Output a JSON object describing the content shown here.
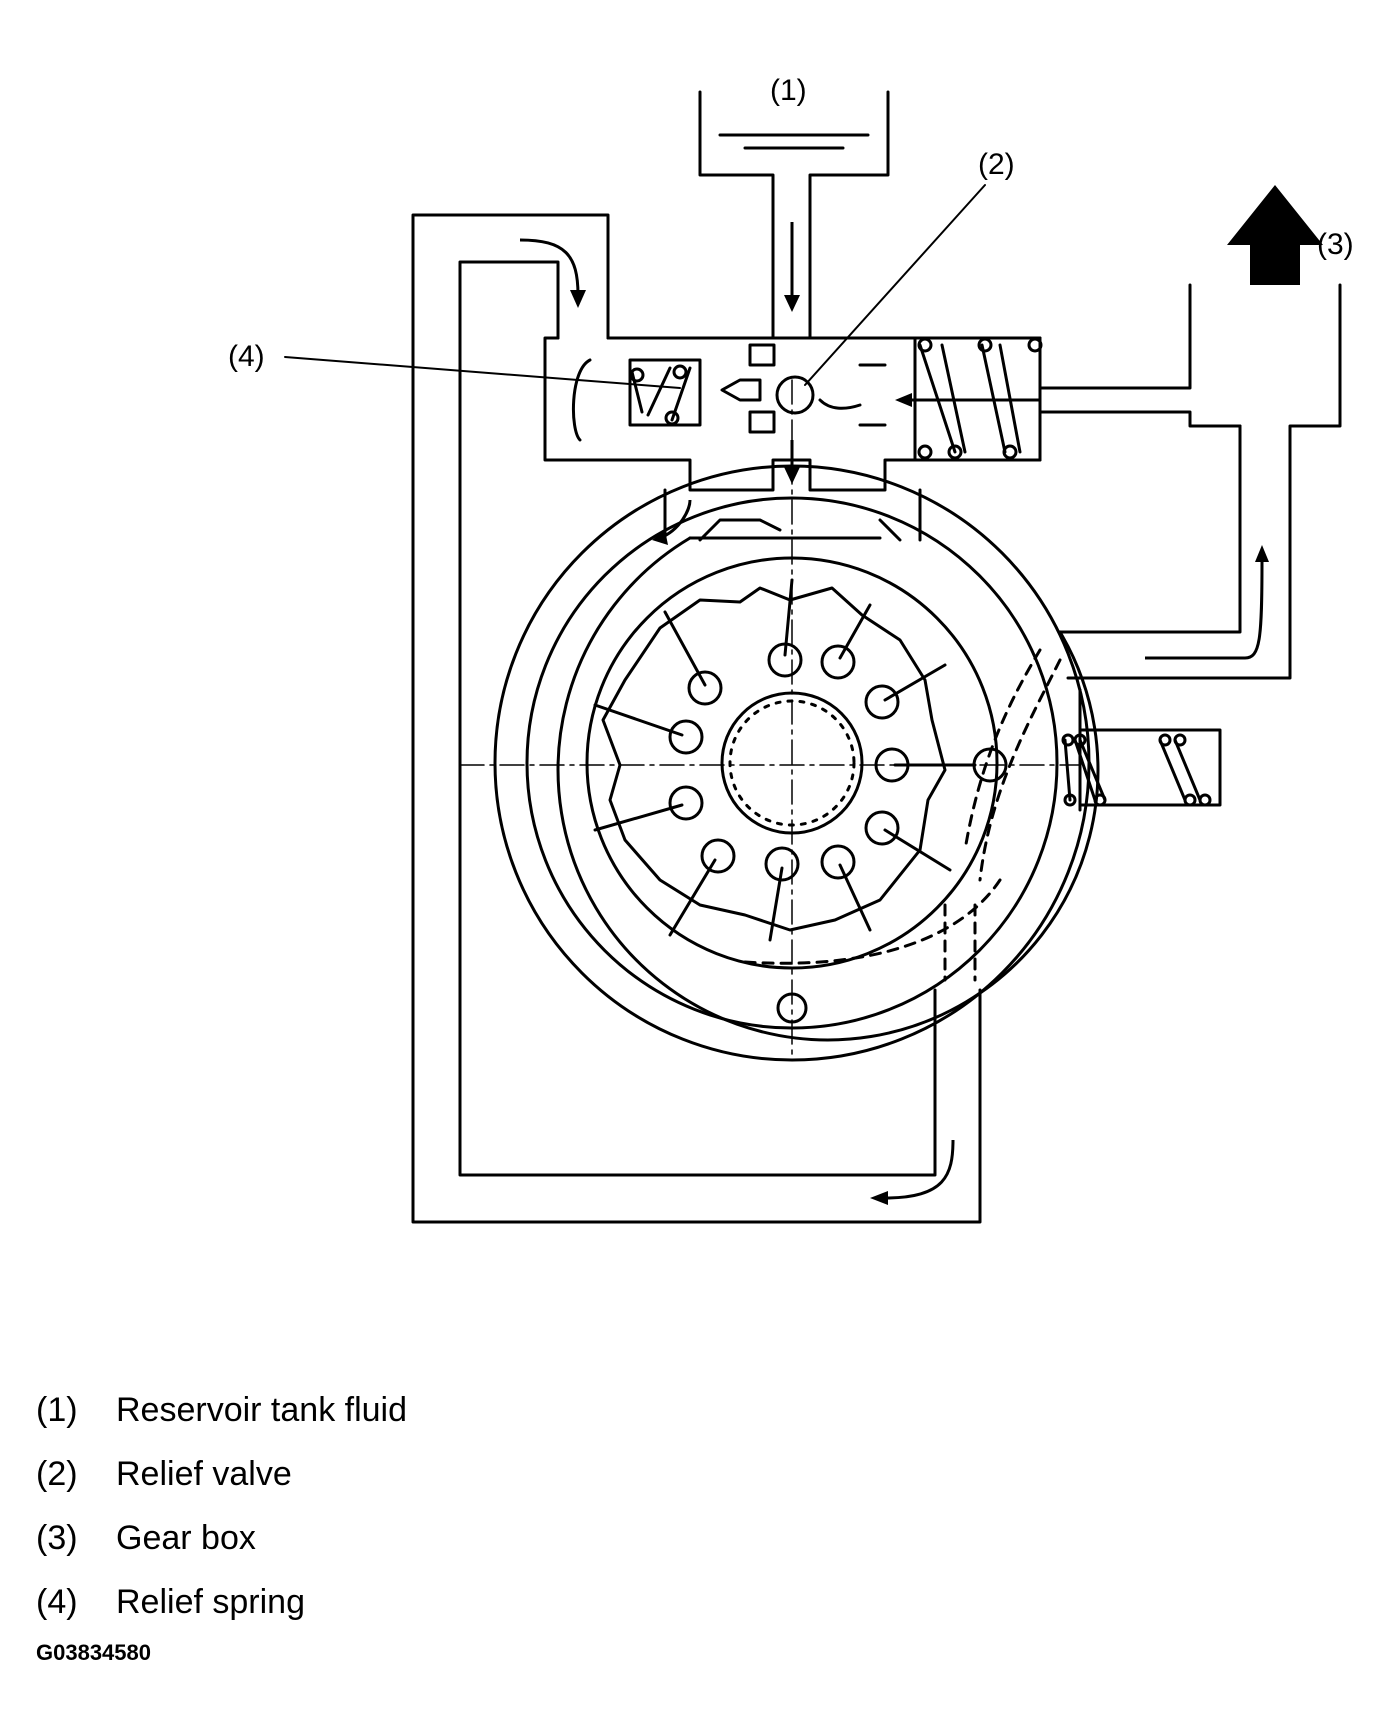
{
  "diagram": {
    "callouts": [
      {
        "id": "1",
        "label": "(1)"
      },
      {
        "id": "2",
        "label": "(2)"
      },
      {
        "id": "3",
        "label": "(3)"
      },
      {
        "id": "4",
        "label": "(4)"
      }
    ]
  },
  "legend": [
    {
      "num": "(1)",
      "text": "Reservoir tank fluid"
    },
    {
      "num": "(2)",
      "text": "Relief valve"
    },
    {
      "num": "(3)",
      "text": "Gear box"
    },
    {
      "num": "(4)",
      "text": "Relief spring"
    }
  ],
  "figure_id": "G03834580"
}
